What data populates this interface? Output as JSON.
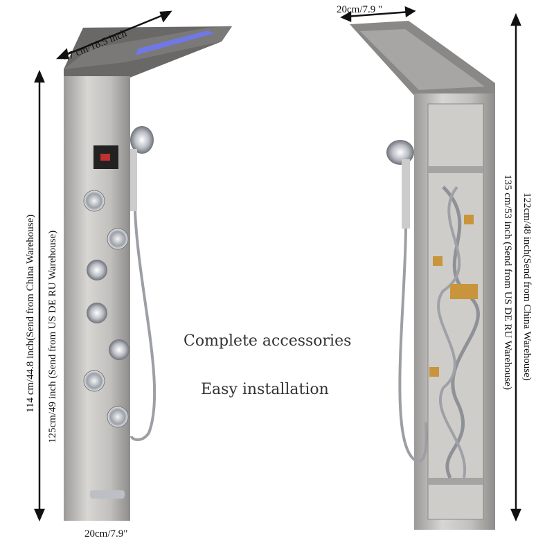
{
  "left_product": {
    "width_top": "47 cm/18.5 inch",
    "width_bottom": "20cm/7.9\"",
    "height_china": "114 cm/44.8 inch(Send from China Warehouse)",
    "height_us": "125cm/49 inch (Send from US DE RU Warehouse)"
  },
  "right_product": {
    "width_top": "20cm/7.9 \"",
    "height_china": "122cm/48 inch(Send from China Warehouse)",
    "height_us": "135 cm/53 inch (Send from US DE RU Warehouse)"
  },
  "captions": {
    "accessories": "Complete accessories",
    "installation": "Easy installation"
  },
  "colors": {
    "steel": "#b9b7b5",
    "led": "#6e78ff",
    "brass": "#c8943c"
  }
}
